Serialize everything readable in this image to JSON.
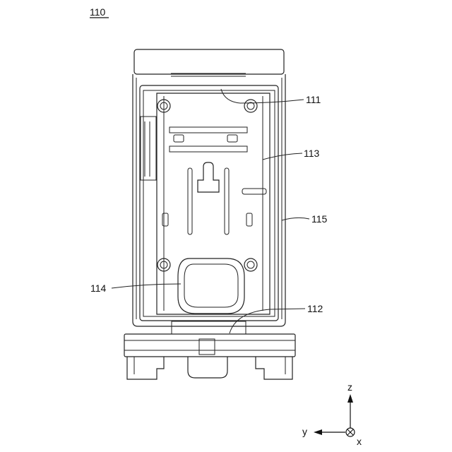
{
  "figure": {
    "title": "110",
    "labels": {
      "l111": "111",
      "l113": "113",
      "l115": "115",
      "l114": "114",
      "l112": "112"
    },
    "axes": {
      "z": "z",
      "y": "y",
      "x": "x"
    }
  }
}
